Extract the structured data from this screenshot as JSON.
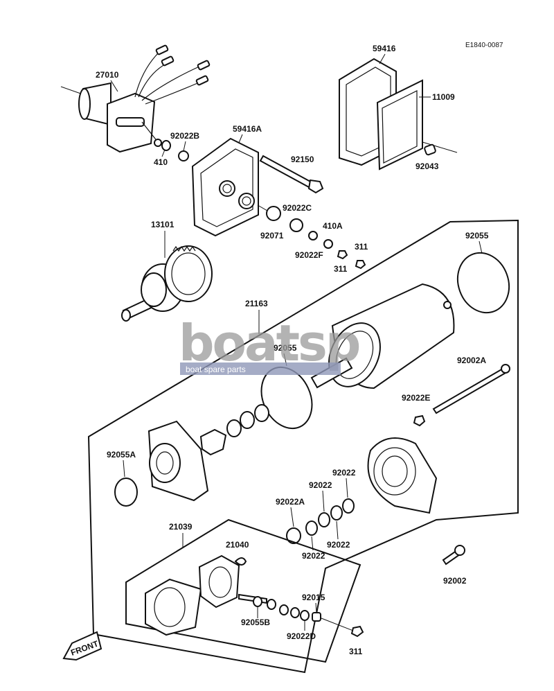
{
  "diagram_code": "E1840-0087",
  "parts": [
    {
      "id": "p27010",
      "label": "27010"
    },
    {
      "id": "p410",
      "label": "410"
    },
    {
      "id": "p92022B",
      "label": "92022B"
    },
    {
      "id": "p59416A",
      "label": "59416A"
    },
    {
      "id": "p92150",
      "label": "92150"
    },
    {
      "id": "p59416",
      "label": "59416"
    },
    {
      "id": "p11009",
      "label": "11009"
    },
    {
      "id": "p92043",
      "label": "92043"
    },
    {
      "id": "p92022C",
      "label": "92022C"
    },
    {
      "id": "p92071",
      "label": "92071"
    },
    {
      "id": "p410A",
      "label": "410A"
    },
    {
      "id": "p92022F",
      "label": "92022F"
    },
    {
      "id": "p311a",
      "label": "311"
    },
    {
      "id": "p311b",
      "label": "311"
    },
    {
      "id": "p13101",
      "label": "13101"
    },
    {
      "id": "p21163",
      "label": "21163"
    },
    {
      "id": "p92055top",
      "label": "92055"
    },
    {
      "id": "p92055mid",
      "label": "92055"
    },
    {
      "id": "p92002A",
      "label": "92002A"
    },
    {
      "id": "p92022E",
      "label": "92022E"
    },
    {
      "id": "p92055A",
      "label": "92055A"
    },
    {
      "id": "p92022r1",
      "label": "92022"
    },
    {
      "id": "p92022r2",
      "label": "92022"
    },
    {
      "id": "p92022A",
      "label": "92022A"
    },
    {
      "id": "p92022r3",
      "label": "92022"
    },
    {
      "id": "p92022r4",
      "label": "92022"
    },
    {
      "id": "p21039",
      "label": "21039"
    },
    {
      "id": "p21040",
      "label": "21040"
    },
    {
      "id": "p92015",
      "label": "92015"
    },
    {
      "id": "p92055B",
      "label": "92055B"
    },
    {
      "id": "p92022D",
      "label": "92022D"
    },
    {
      "id": "p92002",
      "label": "92002"
    },
    {
      "id": "p311c",
      "label": "311"
    }
  ],
  "watermark": {
    "main": "boatsp",
    "sub": "boat spare parts"
  },
  "front_label": "FRONT"
}
